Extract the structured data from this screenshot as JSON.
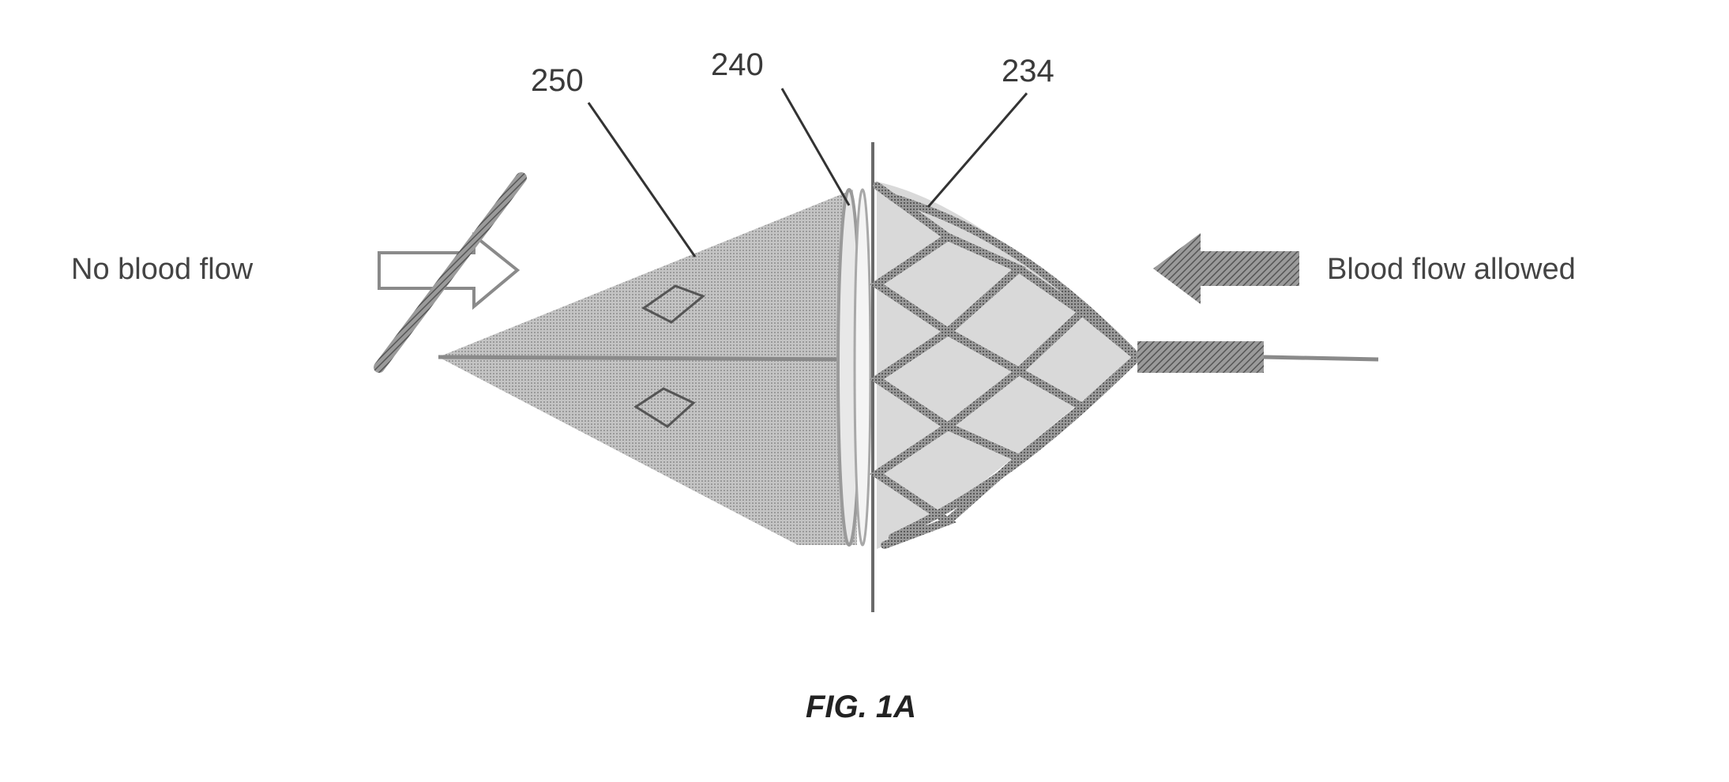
{
  "figure": {
    "caption": "FIG. 1A",
    "reference_numerals": {
      "filter_membrane": "250",
      "seal_ring": "240",
      "frame_struts": "234"
    },
    "flow_labels": {
      "left": "No blood flow",
      "right": "Blood flow allowed"
    },
    "colors": {
      "membrane": "#b3b3b3",
      "frame": "#7a7a7a",
      "arrow_fill": "#8a8a8a",
      "leader_line": "#333333",
      "text": "#3a3a3a"
    },
    "icons": {
      "left_arrow": "hollow-right-arrow-icon",
      "prohibition": "strike-through-icon",
      "right_arrow": "solid-left-arrow-icon"
    }
  }
}
